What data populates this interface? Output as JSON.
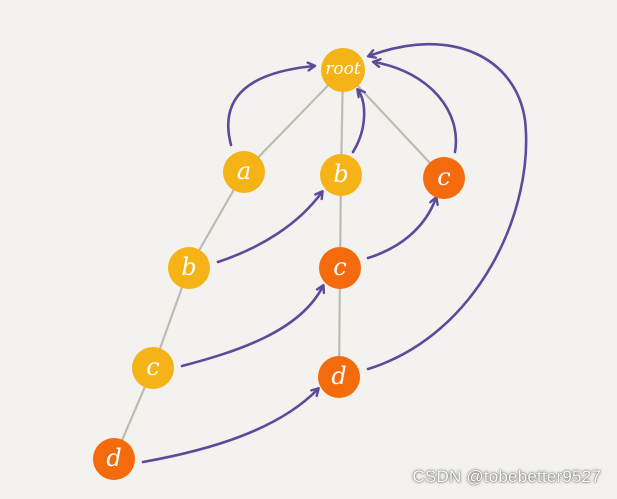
{
  "colors": {
    "yellow_node": "#f5b318",
    "orange_node": "#f36b0c",
    "edge": "#bdbbb5",
    "arrow": "#5b4b9a"
  },
  "nodes": [
    {
      "id": "root",
      "label": "root",
      "color": "yellow"
    },
    {
      "id": "a",
      "label": "a",
      "color": "yellow"
    },
    {
      "id": "b1",
      "label": "b",
      "color": "yellow"
    },
    {
      "id": "c1",
      "label": "c",
      "color": "orange"
    },
    {
      "id": "b2",
      "label": "b",
      "color": "yellow"
    },
    {
      "id": "c2",
      "label": "c",
      "color": "orange"
    },
    {
      "id": "c3",
      "label": "c",
      "color": "yellow"
    },
    {
      "id": "d1",
      "label": "d",
      "color": "orange"
    },
    {
      "id": "d2",
      "label": "d",
      "color": "orange"
    }
  ],
  "edges": [
    [
      "root",
      "a"
    ],
    [
      "root",
      "b1"
    ],
    [
      "root",
      "c1"
    ],
    [
      "a",
      "b2"
    ],
    [
      "b2",
      "c3"
    ],
    [
      "c3",
      "d2"
    ],
    [
      "b1",
      "c2"
    ],
    [
      "c2",
      "d1"
    ]
  ],
  "fail_pointers": [
    [
      "a",
      "root"
    ],
    [
      "b1",
      "root"
    ],
    [
      "c1",
      "root"
    ],
    [
      "b2",
      "b1"
    ],
    [
      "c2",
      "c1"
    ],
    [
      "c3",
      "c2"
    ],
    [
      "d2",
      "d1"
    ],
    [
      "d1",
      "root"
    ]
  ],
  "watermark": "CSDN @tobebetter9527"
}
